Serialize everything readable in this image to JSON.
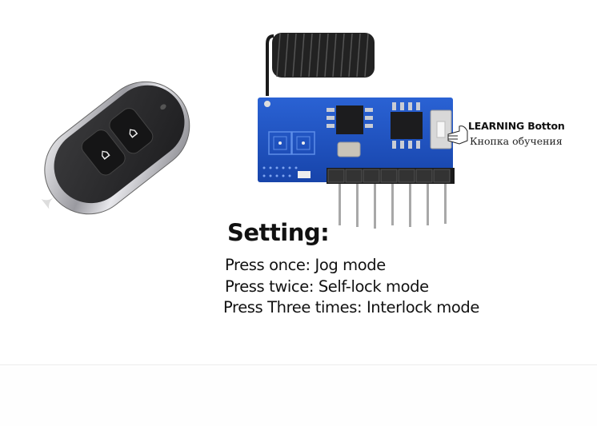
{
  "product_image": {
    "alt": "Remote control key fob and RF receiver module",
    "annotation": {
      "label_en": "LEARNING Botton",
      "label_ru": "Кнопка обучения",
      "pointer_icon": "hand-pointer-icon"
    },
    "setting": {
      "title": "Setting:",
      "lines": [
        "Press once: Jog mode",
        "Press twice: Self-lock mode",
        "Press Three times: Interlock mode"
      ]
    },
    "colors": {
      "pcb_blue": "#1a4fc0",
      "fob_body": "#2b2b2d",
      "chrome": "#c8c8cc",
      "antenna": "#1a1a1a",
      "pin": "#a8a8a8"
    }
  }
}
